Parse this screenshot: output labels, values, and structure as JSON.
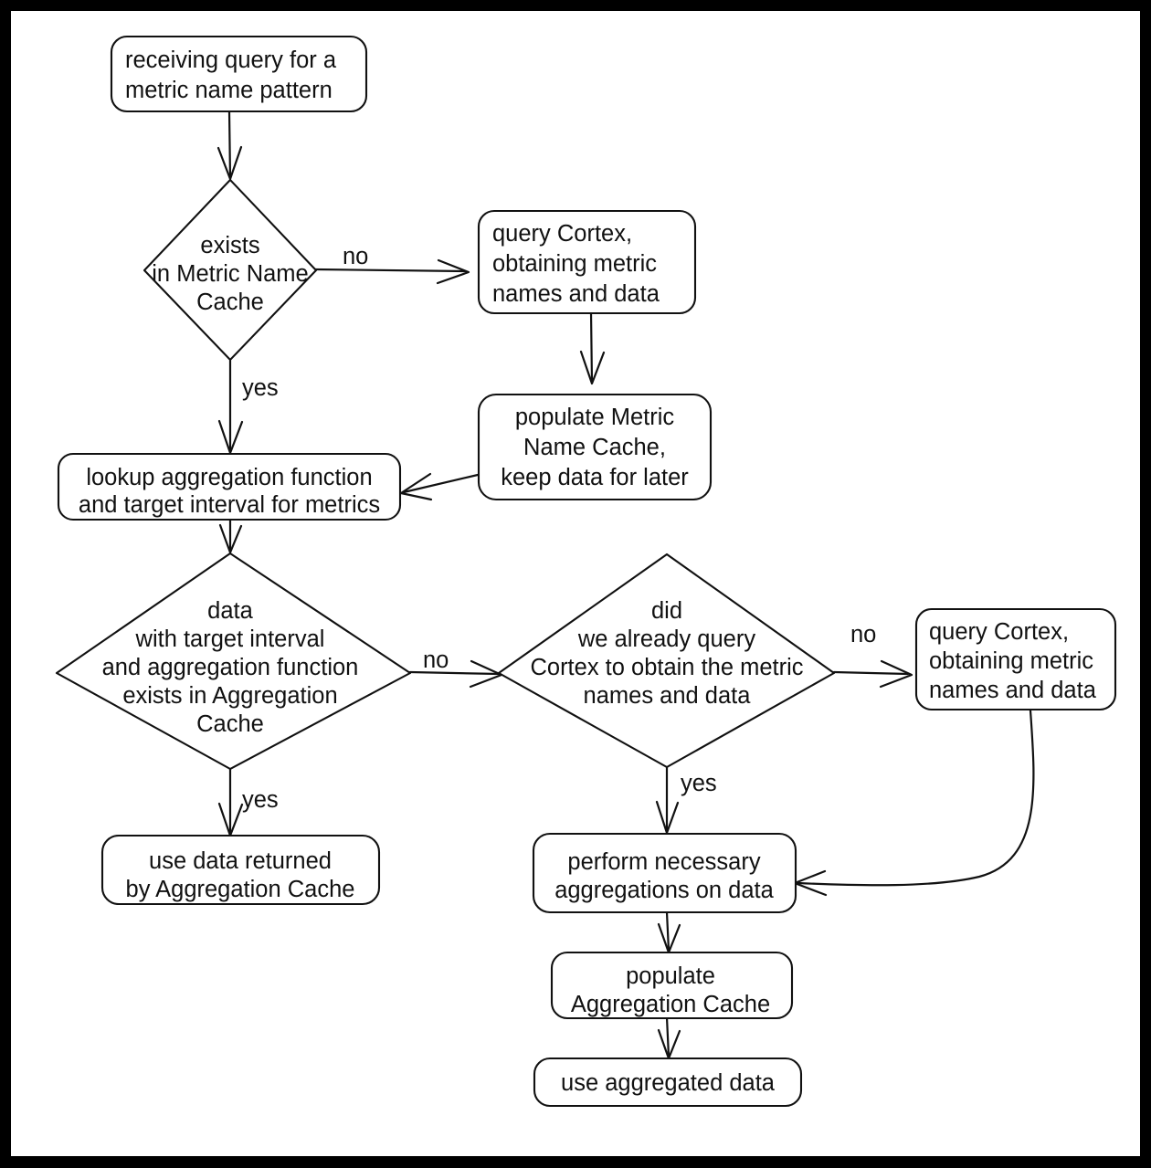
{
  "diagram": {
    "title": "metric query caching flowchart",
    "type": "flowchart",
    "background_color": "#ffffff",
    "border_color": "#000000",
    "stroke_color": "#111111"
  },
  "nodes": {
    "receiving_query": {
      "shape": "rounded-rect",
      "lines": [
        "receiving query for a",
        "metric name pattern"
      ],
      "line1": "receiving query for a",
      "line2": "metric name pattern"
    },
    "metric_name_cache_check": {
      "shape": "diamond",
      "lines": [
        "exists",
        "in Metric Name",
        "Cache"
      ],
      "line1": "exists",
      "line2": "in Metric Name",
      "line3": "Cache"
    },
    "query_cortex_top": {
      "shape": "rounded-rect",
      "lines": [
        "query Cortex,",
        "obtaining metric",
        "names and data"
      ],
      "line1": "query Cortex,",
      "line2": "obtaining metric",
      "line3": "names and data"
    },
    "populate_metric_name_cache": {
      "shape": "rounded-rect",
      "lines": [
        "populate Metric",
        "Name Cache,",
        "keep data for later"
      ],
      "line1": "populate Metric",
      "line2": "Name Cache,",
      "line3": "keep data for later"
    },
    "lookup_aggregation": {
      "shape": "rounded-rect",
      "lines": [
        "lookup aggregation function",
        "and target interval for metrics"
      ],
      "line1": "lookup aggregation function",
      "line2": "and target interval for metrics"
    },
    "aggregation_cache_check": {
      "shape": "diamond",
      "lines": [
        "data",
        "with target interval",
        "and aggregation function",
        "exists in Aggregation",
        "Cache"
      ],
      "line1": "data",
      "line2": "with target interval",
      "line3": "and aggregation function",
      "line4": "exists in Aggregation",
      "line5": "Cache"
    },
    "already_queried_check": {
      "shape": "diamond",
      "lines": [
        "did",
        "we already query",
        "Cortex to obtain the metric",
        "names and data"
      ],
      "line1": "did",
      "line2": "we already query",
      "line3": "Cortex to obtain the metric",
      "line4": "names and data"
    },
    "query_cortex_right": {
      "shape": "rounded-rect",
      "lines": [
        "query Cortex,",
        "obtaining metric",
        "names and data"
      ],
      "line1": "query Cortex,",
      "line2": "obtaining metric",
      "line3": "names and data"
    },
    "use_cached_data": {
      "shape": "rounded-rect",
      "lines": [
        "use data returned",
        "by Aggregation Cache"
      ],
      "line1": "use data returned",
      "line2": "by Aggregation Cache"
    },
    "perform_aggregations": {
      "shape": "rounded-rect",
      "lines": [
        "perform necessary",
        "aggregations on data"
      ],
      "line1": "perform necessary",
      "line2": "aggregations on data"
    },
    "populate_aggregation_cache": {
      "shape": "rounded-rect",
      "lines": [
        "populate",
        "Aggregation Cache"
      ],
      "line1": "populate",
      "line2": "Aggregation Cache"
    },
    "use_aggregated_data": {
      "shape": "rounded-rect",
      "lines": [
        "use aggregated data"
      ],
      "line1": "use aggregated data"
    }
  },
  "edge_labels": {
    "metric_cache_no": "no",
    "metric_cache_yes": "yes",
    "aggregation_cache_no": "no",
    "aggregation_cache_yes": "yes",
    "already_queried_no": "no",
    "already_queried_yes": "yes"
  },
  "edges": [
    {
      "from": "receiving_query",
      "to": "metric_name_cache_check",
      "label": ""
    },
    {
      "from": "metric_name_cache_check",
      "to": "query_cortex_top",
      "label": "no"
    },
    {
      "from": "metric_name_cache_check",
      "to": "lookup_aggregation",
      "label": "yes"
    },
    {
      "from": "query_cortex_top",
      "to": "populate_metric_name_cache",
      "label": ""
    },
    {
      "from": "populate_metric_name_cache",
      "to": "lookup_aggregation",
      "label": ""
    },
    {
      "from": "lookup_aggregation",
      "to": "aggregation_cache_check",
      "label": ""
    },
    {
      "from": "aggregation_cache_check",
      "to": "already_queried_check",
      "label": "no"
    },
    {
      "from": "aggregation_cache_check",
      "to": "use_cached_data",
      "label": "yes"
    },
    {
      "from": "already_queried_check",
      "to": "query_cortex_right",
      "label": "no"
    },
    {
      "from": "already_queried_check",
      "to": "perform_aggregations",
      "label": "yes"
    },
    {
      "from": "query_cortex_right",
      "to": "perform_aggregations",
      "label": ""
    },
    {
      "from": "perform_aggregations",
      "to": "populate_aggregation_cache",
      "label": ""
    },
    {
      "from": "populate_aggregation_cache",
      "to": "use_aggregated_data",
      "label": ""
    }
  ]
}
